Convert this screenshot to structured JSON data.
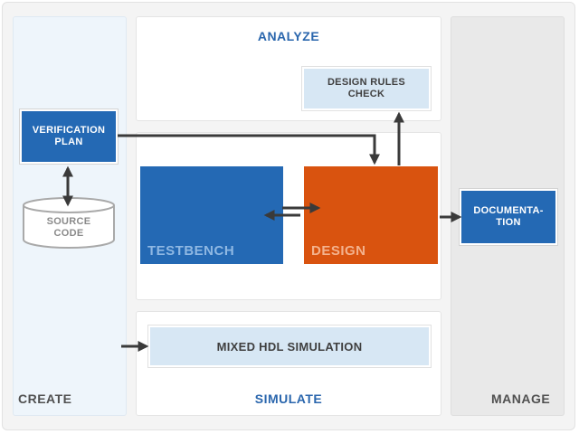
{
  "sections": {
    "create": "CREATE",
    "analyze": "ANALYZE",
    "simulate": "SIMULATE",
    "manage": "MANAGE"
  },
  "boxes": {
    "verification_plan": "VERIFICATION PLAN",
    "source_code": "SOURCE CODE",
    "design_rules_check": "DESIGN RULES CHECK",
    "testbench": "TESTBENCH",
    "design": "DESIGN",
    "documentation": "DOCUMENTA- TION",
    "mixed_hdl_simulation": "MIXED HDL SIMULATION"
  },
  "colors": {
    "accent_blue": "#2469b4",
    "design_orange": "#d9530f",
    "light_blue": "#d7e7f4",
    "arrow": "#3a3a3a"
  }
}
